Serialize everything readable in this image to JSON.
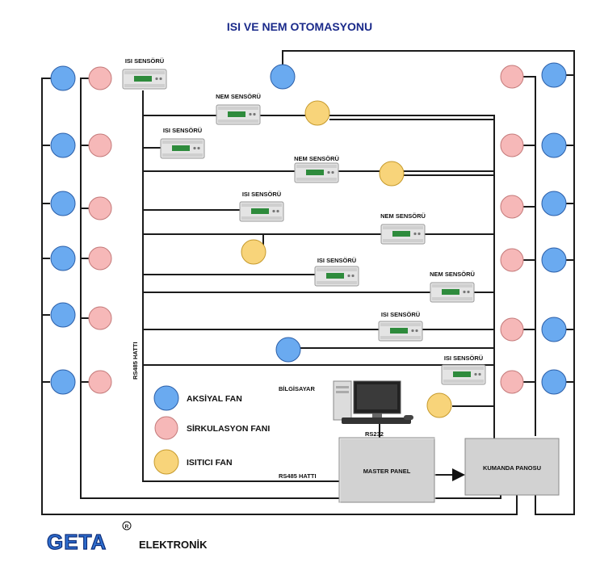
{
  "title": "ISI VE NEM OTOMASYONU",
  "labels": {
    "isi_sensor": "ISI SENSÖRÜ",
    "nem_sensor": "NEM SENSÖRÜ",
    "rs485_vertical": "RS485 HATTI",
    "rs485_bottom": "RS485 HATTI",
    "rs232": "RS232",
    "computer": "BİLGİSAYAR",
    "master_panel": "MASTER PANEL",
    "control_panel": "KUMANDA PANOSU"
  },
  "legend": {
    "axial": "AKSİYAL FAN",
    "circulation": "SİRKULASYON FANI",
    "heater": "ISITICI FAN"
  },
  "brand": {
    "logo": "GETA",
    "registered": "R",
    "name": "ELEKTRONİK"
  },
  "colors": {
    "axial_fan": "#6aaaf0",
    "circulation_fan": "#f6b8b8",
    "heater_fan": "#f8d47a",
    "title": "#1a2a8a",
    "panel": "#d2d2d2"
  }
}
